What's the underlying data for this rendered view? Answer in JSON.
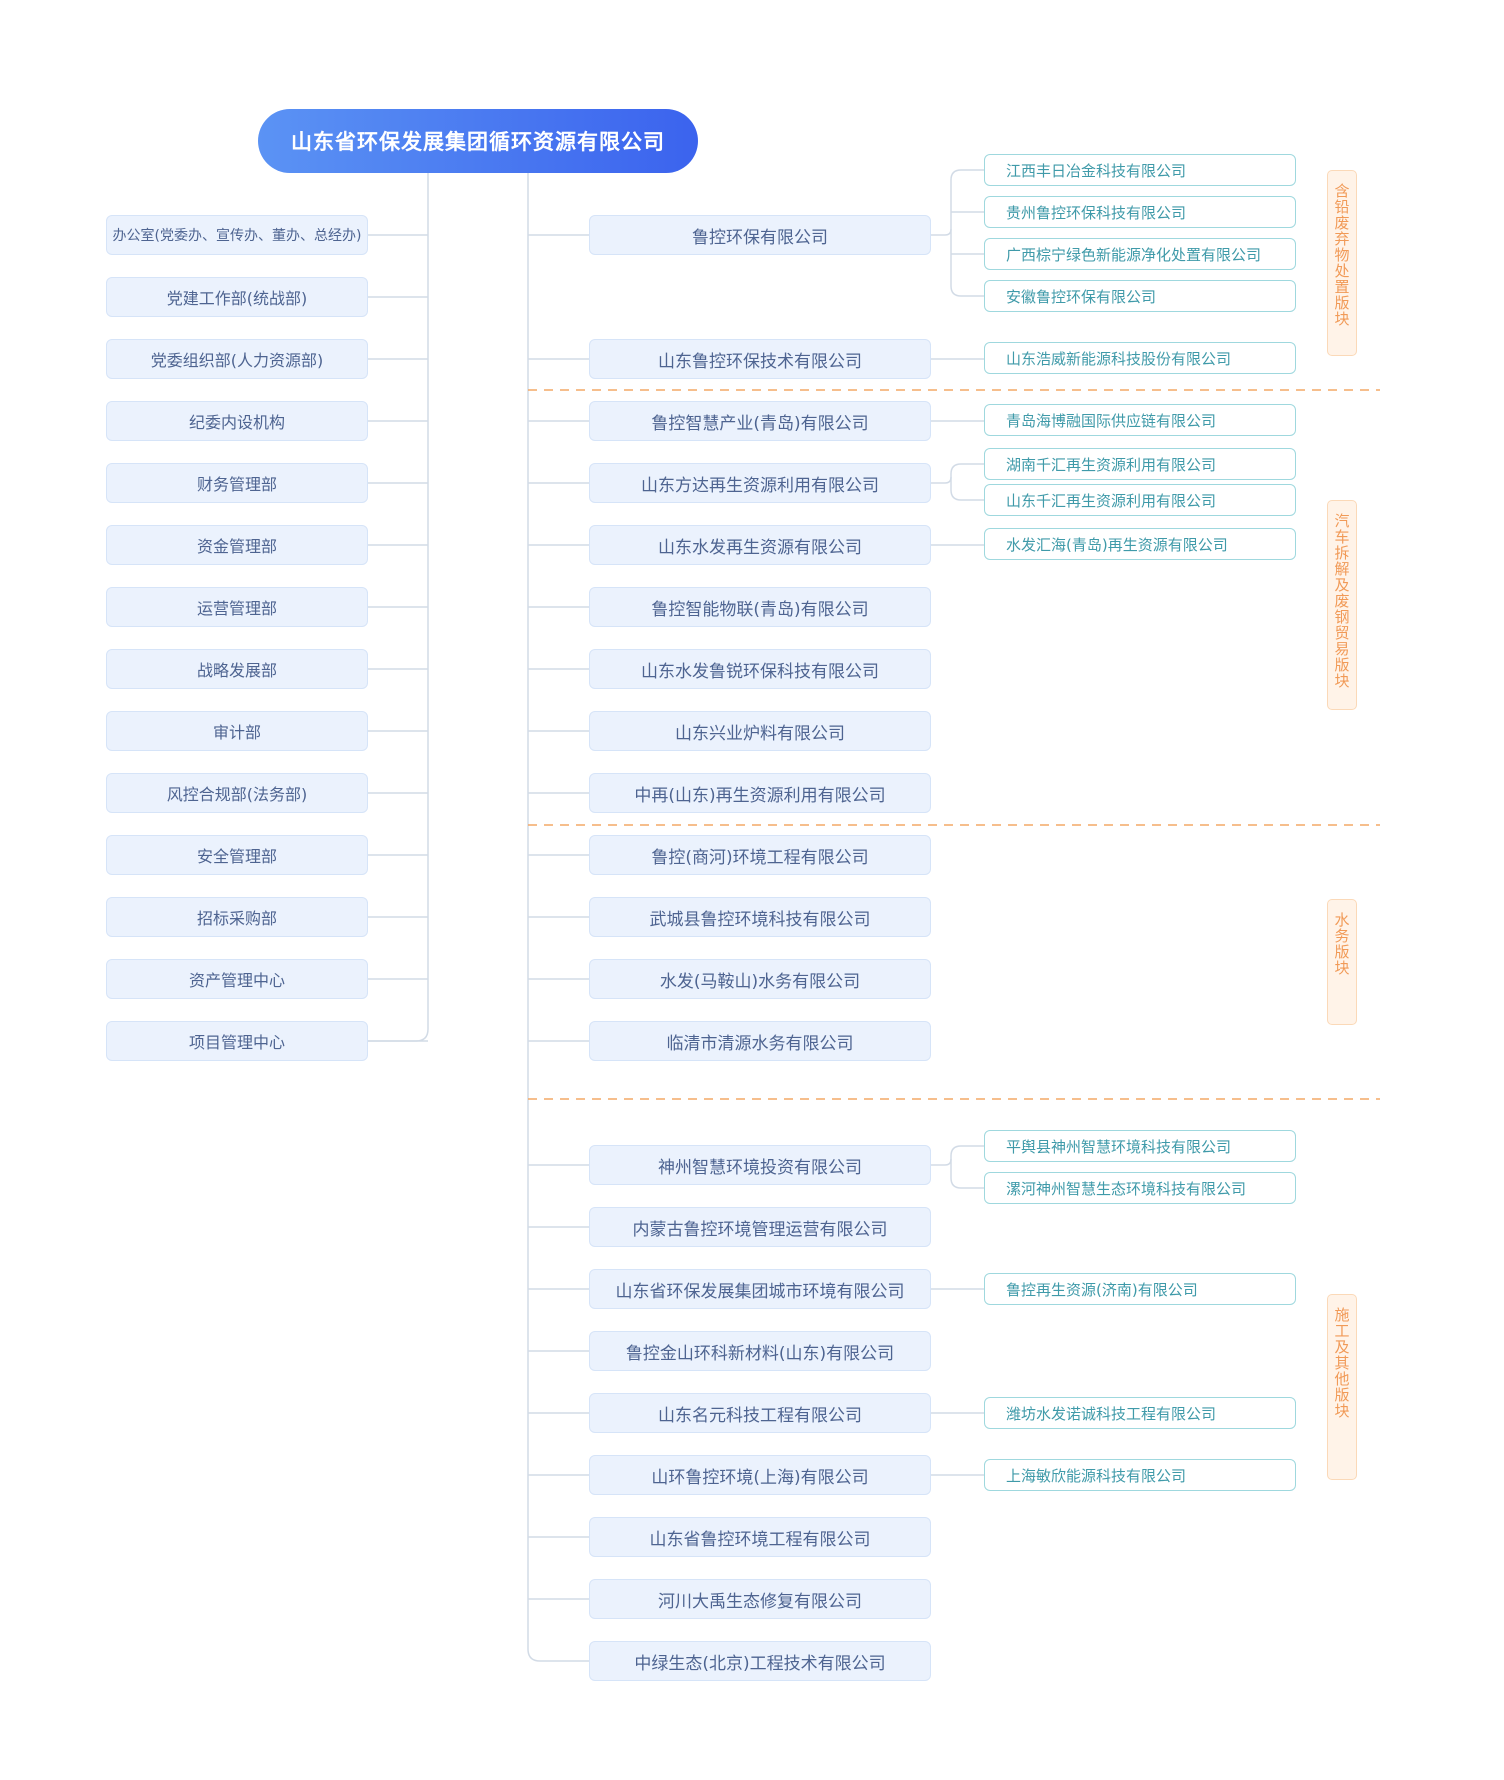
{
  "root": "山东省环保发展集团循环资源有限公司",
  "departments": [
    "办公室(党委办、宣传办、董办、总经办)",
    "党建工作部(统战部)",
    "党委组织部(人力资源部)",
    "纪委内设机构",
    "财务管理部",
    "资金管理部",
    "运营管理部",
    "战略发展部",
    "审计部",
    "风控合规部(法务部)",
    "安全管理部",
    "招标采购部",
    "资产管理中心",
    "项目管理中心"
  ],
  "subsidiaries": [
    "鲁控环保有限公司",
    "山东鲁控环保技术有限公司",
    "鲁控智慧产业(青岛)有限公司",
    "山东方达再生资源利用有限公司",
    "山东水发再生资源有限公司",
    "鲁控智能物联(青岛)有限公司",
    "山东水发鲁锐环保科技有限公司",
    "山东兴业炉料有限公司",
    "中再(山东)再生资源利用有限公司",
    "鲁控(商河)环境工程有限公司",
    "武城县鲁控环境科技有限公司",
    "水发(马鞍山)水务有限公司",
    "临清市清源水务有限公司",
    "神州智慧环境投资有限公司",
    "内蒙古鲁控环境管理运营有限公司",
    "山东省环保发展集团城市环境有限公司",
    "鲁控金山环科新材料(山东)有限公司",
    "山东名元科技工程有限公司",
    "山环鲁控环境(上海)有限公司",
    "山东省鲁控环境工程有限公司",
    "河川大禹生态修复有限公司",
    "中绿生态(北京)工程技术有限公司"
  ],
  "grandchildren": [
    "江西丰日冶金科技有限公司",
    "贵州鲁控环保科技有限公司",
    "广西棕宁绿色新能源净化处置有限公司",
    "安徽鲁控环保有限公司",
    "山东浩威新能源科技股份有限公司",
    "青岛海博融国际供应链有限公司",
    "湖南千汇再生资源利用有限公司",
    "山东千汇再生资源利用有限公司",
    "水发汇海(青岛)再生资源有限公司",
    "平舆县神州智慧环境科技有限公司",
    "漯河神州智慧生态环境科技有限公司",
    "鲁控再生资源(济南)有限公司",
    "潍坊水发诺诚科技工程有限公司",
    "上海敏欣能源科技有限公司"
  ],
  "segments": [
    "含铅废弃物处置版块",
    "汽车拆解及废钢贸易版块",
    "水务版块",
    "施工及其他版块"
  ],
  "colors": {
    "root_gradient_start": "#5b93f4",
    "root_gradient_end": "#3b63ee",
    "node_fill": "#ebf2fd",
    "node_text": "#4e6491",
    "grand_border": "#9fd8de",
    "grand_text": "#3f9aa9",
    "segment_fill": "#fff3e8",
    "segment_text": "#f19a57",
    "divider": "#f4a866",
    "connector": "#d2dbe6"
  }
}
